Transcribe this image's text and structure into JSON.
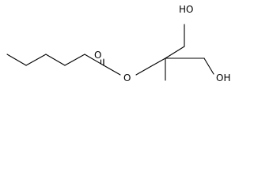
{
  "labels": {
    "carbonyl_oxygen": "O",
    "ester_oxygen": "O",
    "hydroxyl_top": "HO",
    "hydroxyl_right": "OH"
  },
  "colors": {
    "background": "#ffffff",
    "bond": "#000000",
    "text": "#000000"
  }
}
